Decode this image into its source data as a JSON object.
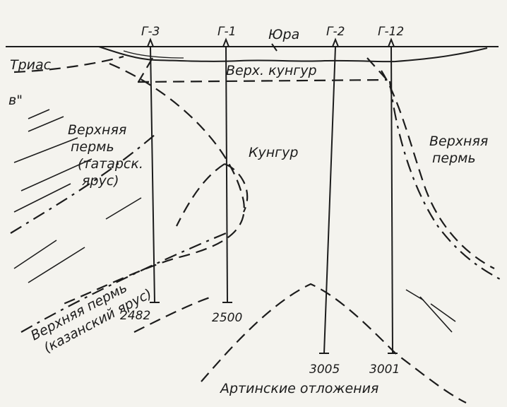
{
  "wells": [
    {
      "id": "well-g3",
      "label": "Г-3",
      "depth": "2482"
    },
    {
      "id": "well-g1",
      "label": "Г-1",
      "depth": "2500"
    },
    {
      "id": "well-g2",
      "label": "Г-2",
      "depth": "3005"
    },
    {
      "id": "well-g12",
      "label": "Г-12",
      "depth": "3001"
    }
  ],
  "labels": {
    "jura": "Юра",
    "trias": "Триас",
    "verkh_kungur": "Верх. кунгур",
    "v_mark": "в\"",
    "kungur": "Кунгур",
    "upper_perm_right_1": "Верхняя",
    "upper_perm_right_2": "пермь",
    "upper_perm_tatar_1": "Верхняя",
    "upper_perm_tatar_2": "пермь",
    "upper_perm_tatar_3": "(татарск.",
    "upper_perm_tatar_4": "ярус)",
    "upper_perm_kazan_1": "Верхняя пермь",
    "upper_perm_kazan_2": "(казанский ярус)",
    "artinsk": "Артинские отложения"
  }
}
